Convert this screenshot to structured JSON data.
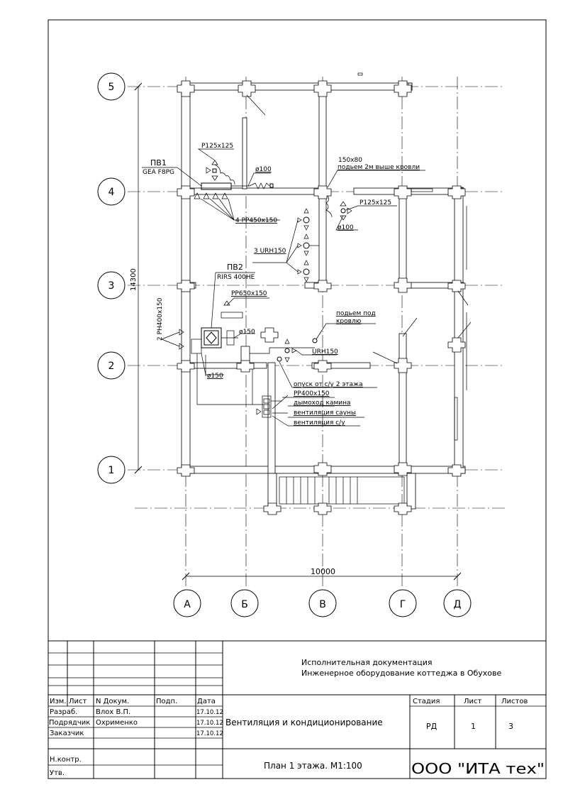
{
  "axes": {
    "rows": [
      "5",
      "4",
      "3",
      "2",
      "1"
    ],
    "columns": [
      "А",
      "Б",
      "В",
      "Г",
      "Д"
    ]
  },
  "dimensions": {
    "width_total": "10000",
    "height_total": "14300"
  },
  "labels": {
    "pv1_name": "ПВ1",
    "pv1_model": "GEA F8PG",
    "p125_left": "P125x125",
    "phi100_top": "ø100",
    "pp450": "4 PP450x150",
    "rise_150x80": "150x80",
    "rise_2m": "подьем 2м выше кровли",
    "p125_right": "P125x125",
    "phi100_right": "ø100",
    "urh150_3": "3 URH150",
    "pv2_name": "ПВ2",
    "pv2_model": "RIRS 400HE",
    "pp650": "PP650x150",
    "ph400_2": "2 PH400x150",
    "phi150_a": "ø150",
    "phi150_b": "ø150",
    "rise_roof_1": "подьем под",
    "rise_roof_2": "кровлю",
    "urh150": "URH150",
    "descent": "опуск от с/у 2 этажа",
    "pp400": "PP400x150",
    "chimney": "дымоход камина",
    "sauna_vent": "вентиляция сауны",
    "wc_vent": "вентиляция с/у"
  },
  "title_block": {
    "doc_line1": "Исполнительная документация",
    "doc_line2": "Инженерное оборудование коттеджа в Обухове",
    "headers": {
      "izm": "Изм.",
      "list": "Лист",
      "ndoc": "N Докум.",
      "podp": "Подп.",
      "data": "Дата"
    },
    "roles": [
      {
        "role": "Разраб.",
        "name": "Влох В.П.",
        "date": "17.10.12"
      },
      {
        "role": "Подрядчик",
        "name": "Охрименко",
        "date": "17.10.12"
      },
      {
        "role": "Заказчик",
        "name": "",
        "date": "17.10.12"
      }
    ],
    "hcontr": "Н.контр.",
    "utv": "Утв.",
    "section_title": "Вентиляция и кондиционирование",
    "stage_header": "Стадия",
    "sheet_header": "Лист",
    "sheets_header": "Листов",
    "stage": "РД",
    "sheet": "1",
    "sheets": "3",
    "plan_title": "План 1 этажа. М1:100",
    "company": "ООО \"ИТА тех\""
  }
}
